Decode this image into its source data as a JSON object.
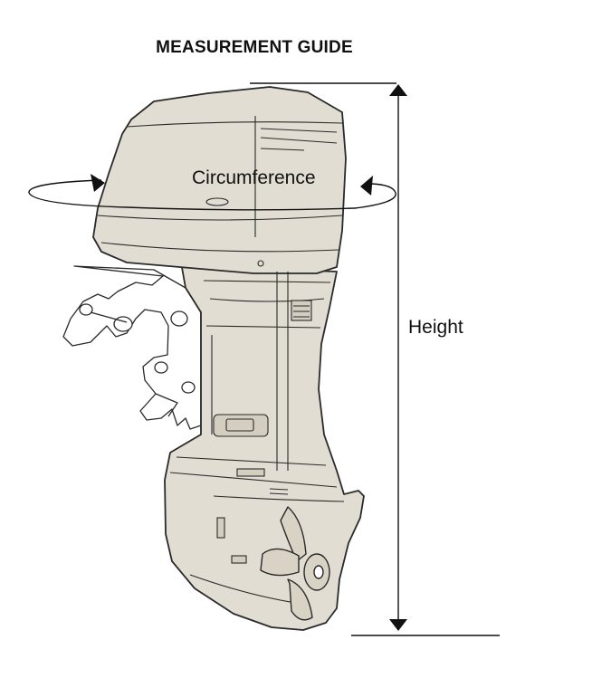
{
  "title": "MEASUREMENT GUIDE",
  "labels": {
    "circumference": "Circumference",
    "height": "Height"
  },
  "colors": {
    "body_fill": "#e2ddd2",
    "outline": "#2a2a2a",
    "text": "#111111"
  }
}
